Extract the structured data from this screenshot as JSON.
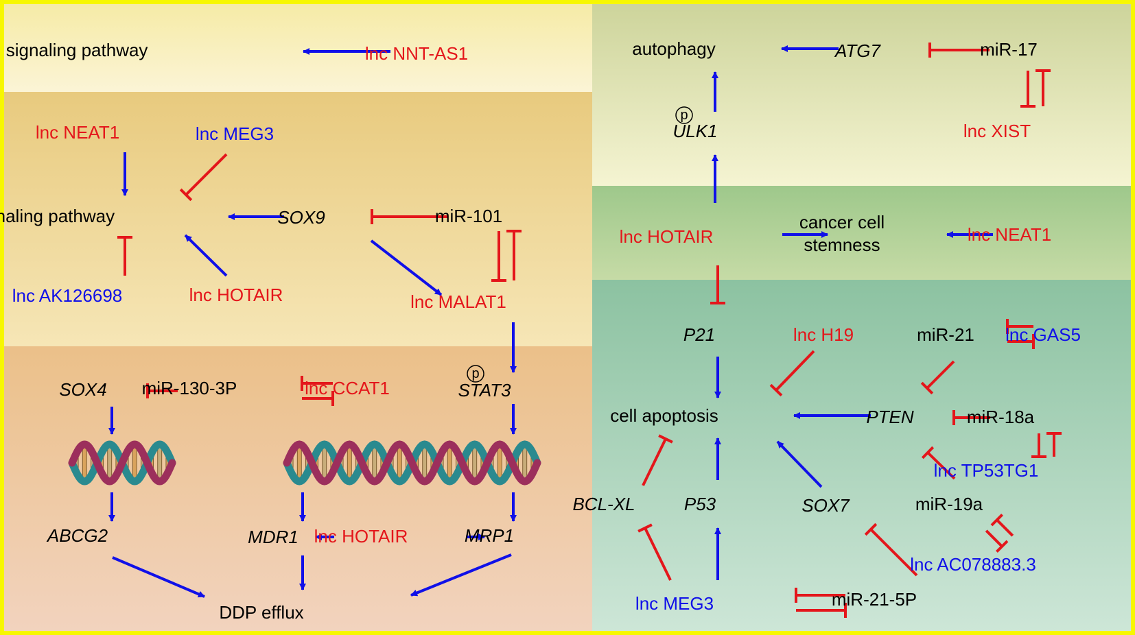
{
  "colors": {
    "frame": "#f7f700",
    "red": "#e4161b",
    "blue": "#1010e8",
    "text": "#000000",
    "left_band1": [
      "#f6eba6",
      "#fbf4d6"
    ],
    "left_band2": [
      "#e8ca7e",
      "#f6e6b6"
    ],
    "left_band3": [
      "#ebc089",
      "#f2d3be"
    ],
    "right_band1": [
      "#cdd49b",
      "#f5f4d2"
    ],
    "right_band2": [
      "#9ec88b",
      "#c6dba6"
    ],
    "right_band3": [
      "#8cc2a1",
      "#cde6d7"
    ]
  },
  "icons": {
    "phospho": "circled-p-icon",
    "dna": "dna-double-helix-icon"
  },
  "nodes": {
    "mapk": "MAPK/Slug signaling pathway",
    "nnt": "lnc NNT-AS1",
    "neat1_l": "lnc NEAT1",
    "meg3_l": "lnc MEG3",
    "wnt": "Wnt signaling pathway",
    "sox9": "SOX9",
    "mir101": "miR-101",
    "ak126698": "lnc AK126698",
    "hotair_l": "lnc HOTAIR",
    "malat1": "lnc MALAT1",
    "sox4": "SOX4",
    "mir130": "miR-130-3P",
    "ccat1": "lnc CCAT1",
    "p_symbol": "p",
    "stat3": "STAT3",
    "abcg2": "ABCG2",
    "mdr1": "MDR1",
    "hotair_mid": "lnc HOTAIR",
    "mrp1": "MRP1",
    "ddp": "DDP efflux",
    "autophagy": "autophagy",
    "atg7": "ATG7",
    "mir17": "miR-17",
    "ulk1": "ULK1",
    "xist": "lnc XIST",
    "hotair_r": "lnc HOTAIR",
    "stem1": "cancer cell",
    "stem2": "stemness",
    "neat1_r": "lnc NEAT1",
    "p21": "P21",
    "h19": "lnc H19",
    "mir21": "miR-21",
    "gas5": "lnc GAS5",
    "apoptosis": "cell apoptosis",
    "pten": "PTEN",
    "mir18a": "miR-18a",
    "tp53tg1": "lnc TP53TG1",
    "bclxl": "BCL-XL",
    "p53": "P53",
    "sox7": "SOX7",
    "mir19a": "miR-19a",
    "ac078883": "lnc AC078883.3",
    "meg3_r": "lnc MEG3",
    "mir21_5p": "miR-21-5P"
  }
}
